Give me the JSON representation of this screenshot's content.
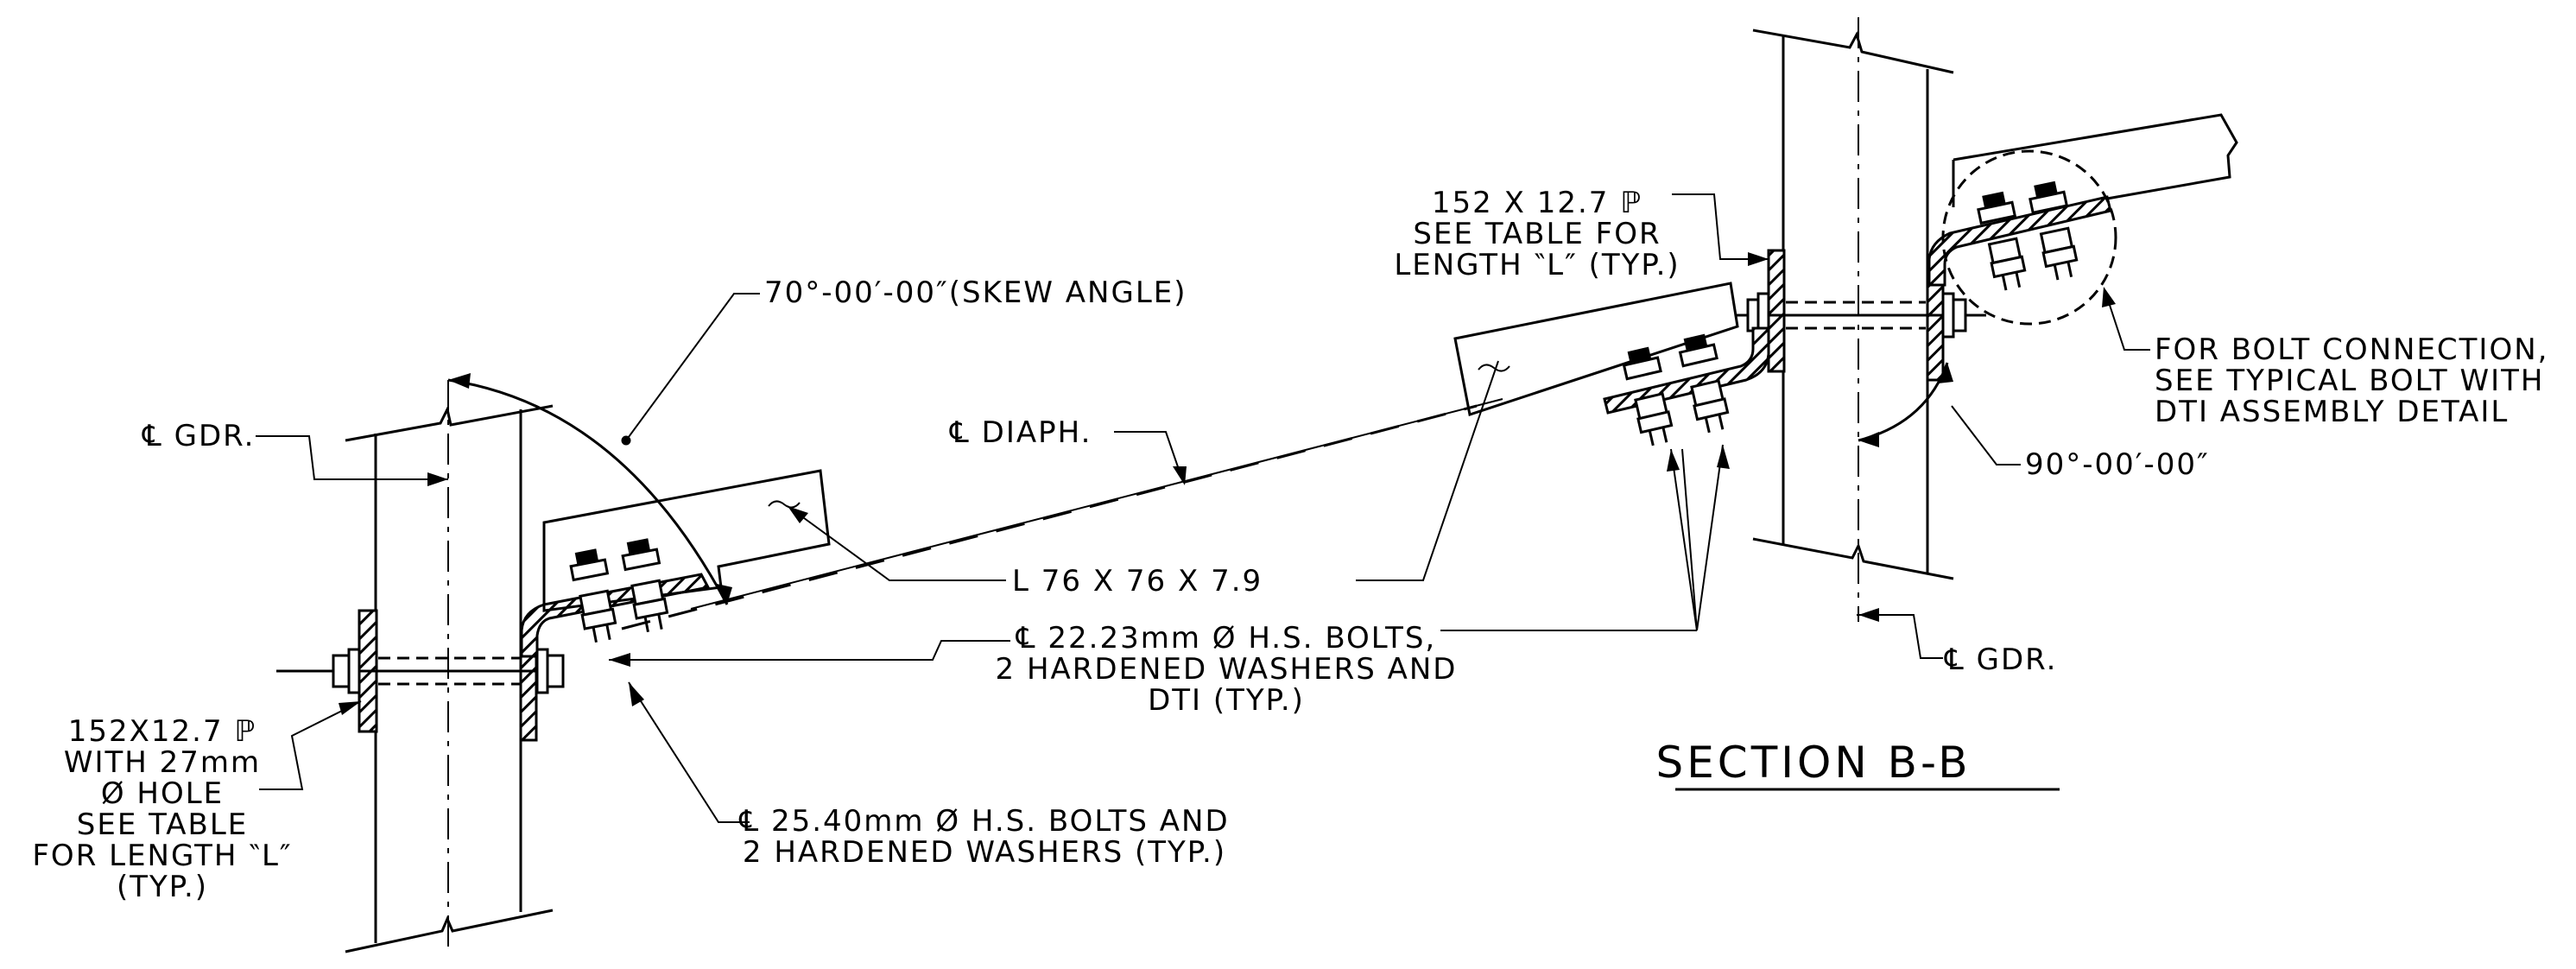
{
  "title": "SECTION B-B",
  "labels": {
    "cl_gdr_left": "℄ GDR.",
    "skew_angle": "70°-00′-00″(SKEW ANGLE)",
    "cl_diaph": "℄ DIAPH.",
    "angle_size": "L 76 X 76 X 7.9",
    "bolts_22": [
      "℄ 22.23mm  Ø H.S. BOLTS,",
      "2 HARDENED WASHERS AND",
      "DTI (TYP.)"
    ],
    "bolts_25": [
      "℄ 25.40mm  Ø H.S. BOLTS AND",
      "2 HARDENED WASHERS (TYP.)"
    ],
    "plate_left": [
      "152X12.7 ℙ",
      "WITH 27mm",
      "Ø HOLE",
      "SEE TABLE",
      "FOR LENGTH ‶L″",
      "(TYP.)"
    ],
    "plate_right": [
      "152 X 12.7 ℙ",
      "SEE TABLE FOR",
      "LENGTH ‶L″ (TYP.)"
    ],
    "bolt_connection": [
      "FOR BOLT CONNECTION,",
      "SEE TYPICAL BOLT WITH",
      "DTI ASSEMBLY DETAIL"
    ],
    "right_angle": "90°-00′-00″",
    "cl_gdr_right": "℄ GDR."
  }
}
